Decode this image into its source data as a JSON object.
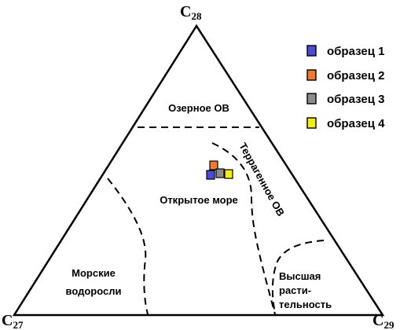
{
  "diagram": {
    "vertices": {
      "top": {
        "base": "C",
        "sub": "28"
      },
      "left": {
        "base": "C",
        "sub": "27"
      },
      "right": {
        "base": "C",
        "sub": "29"
      }
    },
    "regions": {
      "lake": "Озерное ОВ",
      "open_sea": "Открытое море",
      "marine_algae_line1": "Морские",
      "marine_algae_line2": "водоросли",
      "terrigenous": "Террагенное ОВ",
      "higher_plants_line1": "Высшая",
      "higher_plants_line2": "расти-",
      "higher_plants_line3": "тельность"
    },
    "legend": [
      {
        "label": "образец 1",
        "color": "#4b4bd8"
      },
      {
        "label": "образец 2",
        "color": "#f07a30"
      },
      {
        "label": "образец 3",
        "color": "#8c8c8c"
      },
      {
        "label": "образец 4",
        "color": "#f2ec1c"
      }
    ],
    "samples": [
      {
        "name": "образец 1",
        "color": "#4b4bd8"
      },
      {
        "name": "образец 2",
        "color": "#f07a30"
      },
      {
        "name": "образец 3",
        "color": "#8c8c8c"
      },
      {
        "name": "образец 4",
        "color": "#f2ec1c"
      }
    ]
  }
}
